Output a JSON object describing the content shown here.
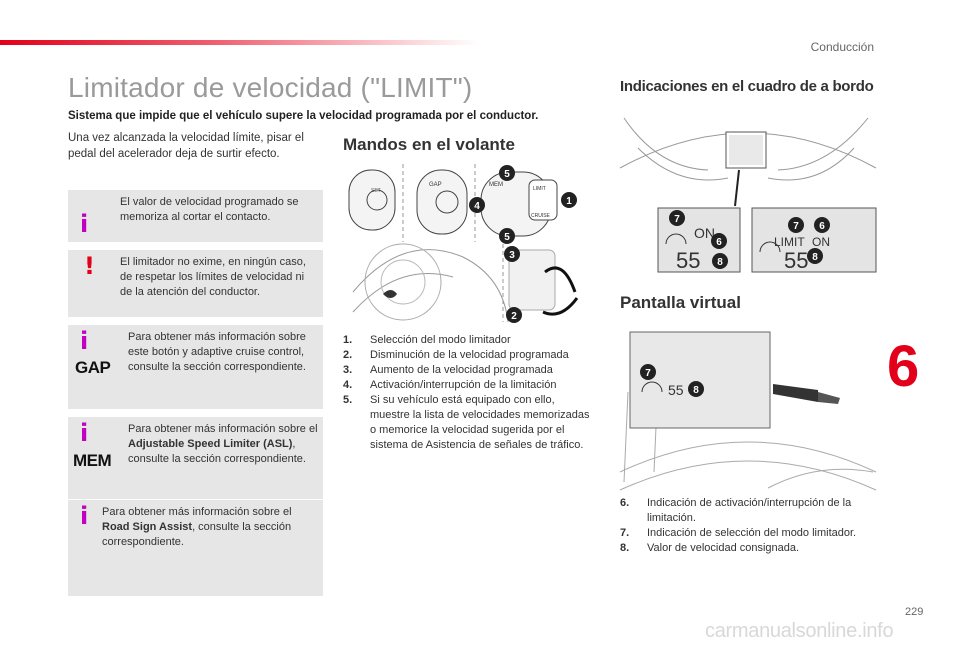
{
  "header": {
    "section": "Conducción"
  },
  "page": {
    "title": "Limitador de velocidad (\"LIMIT\")",
    "lead": "Sistema que impide que el vehículo supere la velocidad programada por el conductor.",
    "intro": "Una vez alcanzada la velocidad límite, pisar el pedal del acelerador deja de surtir efecto."
  },
  "notes": [
    {
      "icon": "info",
      "text": "El valor de velocidad programado se memoriza al cortar el contacto."
    },
    {
      "icon": "warning",
      "text": "El limitador no exime, en ningún caso, de respetar los límites de velocidad ni de la atención del conductor."
    },
    {
      "icon": "info",
      "tag": "GAP",
      "text": "Para obtener más información sobre este botón y adaptive cruise control, consulte la sección correspondiente."
    },
    {
      "icon": "info",
      "tag": "MEM",
      "text_pre": "Para obtener más información sobre  el ",
      "text_bold": "Adjustable Speed Limiter (ASL)",
      "text_post": ", consulte la sección correspondiente."
    },
    {
      "icon": "info",
      "text_pre": "Para obtener más información sobre el ",
      "text_bold": "Road Sign Assist",
      "text_post": ", consulte la sección correspondiente."
    }
  ],
  "steering": {
    "heading": "Mandos en el volante",
    "items": [
      {
        "num": "1.",
        "text": "Selección del modo limitador"
      },
      {
        "num": "2.",
        "text": "Disminución de la velocidad programada"
      },
      {
        "num": "3.",
        "text": "Aumento de la velocidad programada"
      },
      {
        "num": "4.",
        "text": "Activación/interrupción de la limitación"
      },
      {
        "num": "5.",
        "text": "Si su vehículo está equipado con ello, muestre la lista de velocidades memorizadas o memorice la velocidad sugerida por el sistema de Asistencia de señales de tráfico."
      }
    ],
    "figure_labels": {
      "gap": "GAP",
      "mem": "MEM",
      "limit": "LIMIT",
      "cruise": "CRUISE",
      "set": "SET"
    }
  },
  "dashboard": {
    "heading": "Indicaciones en el cuadro de a bordo",
    "display_on": "ON",
    "display_limit": "LIMIT",
    "display_limit_on": "ON",
    "speed": "55"
  },
  "virtual": {
    "heading": "Pantalla virtual",
    "speed": "55",
    "items": [
      {
        "num": "6.",
        "text": "Indicación de activación/interrupción de la limitación."
      },
      {
        "num": "7.",
        "text": "Indicación de selección del modo limitador."
      },
      {
        "num": "8.",
        "text": "Valor de velocidad consignada."
      }
    ]
  },
  "callouts": [
    "1",
    "2",
    "3",
    "4",
    "5",
    "6",
    "7",
    "8"
  ],
  "footer": {
    "chapter": "6",
    "page_number": "229",
    "watermark": "carmanualsonline.info"
  },
  "colors": {
    "accent": "#e2001a",
    "info": "#c200c2",
    "box_bg": "#e6e6e6",
    "title_gray": "#9a9a9a"
  }
}
